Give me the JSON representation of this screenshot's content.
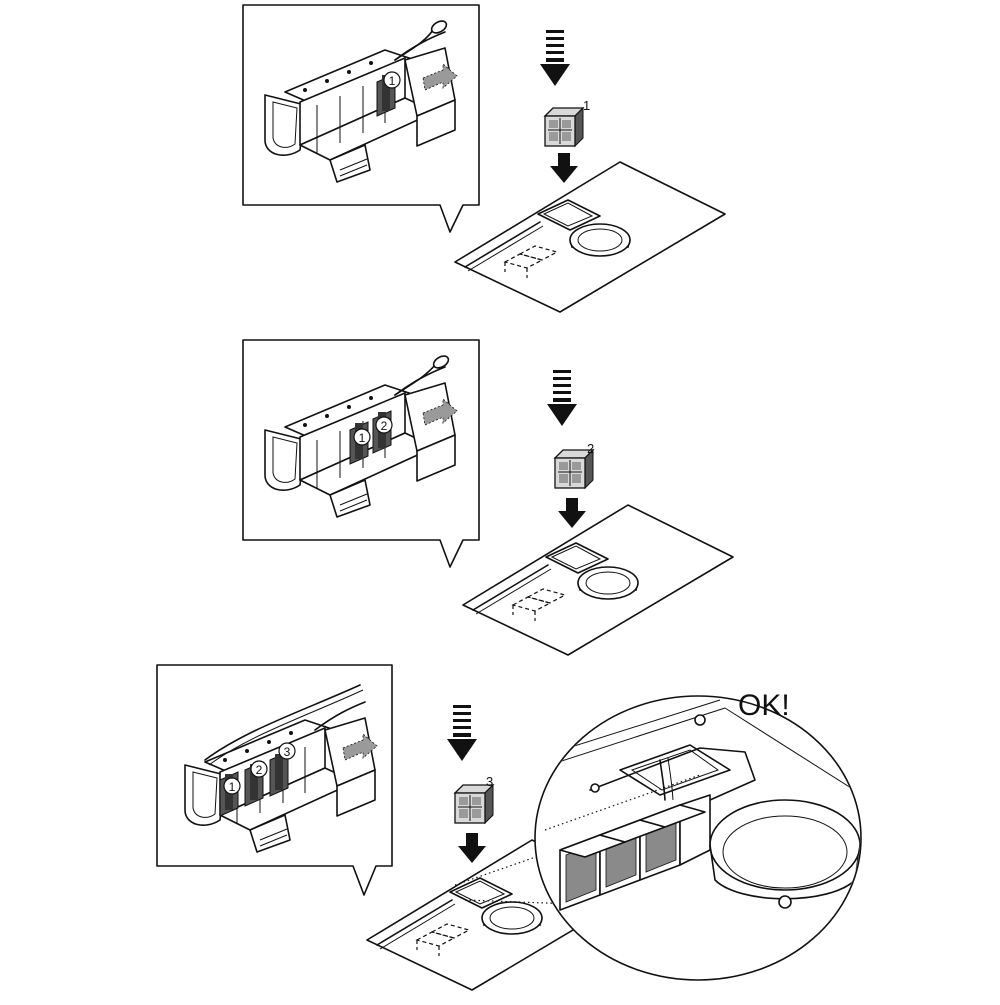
{
  "steps": [
    {
      "filter_number": "1",
      "callout_labels": [
        "1"
      ]
    },
    {
      "filter_number": "2",
      "callout_labels": [
        "1",
        "2"
      ]
    },
    {
      "filter_number": "3",
      "callout_labels": [
        "1",
        "2",
        "3"
      ]
    }
  ],
  "result_label": "OK!",
  "colors": {
    "line": "#111111",
    "fill": "#ffffff",
    "shade": "#d9d9d9",
    "dark": "#555555"
  }
}
